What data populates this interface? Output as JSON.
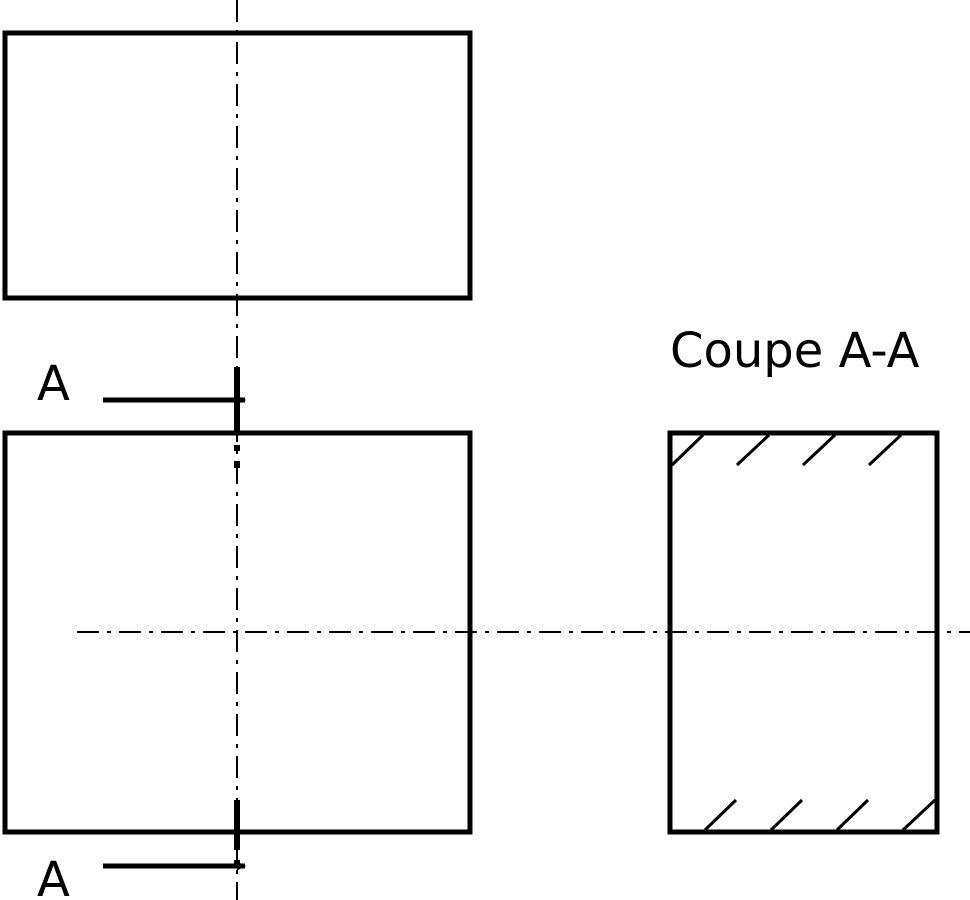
{
  "section_title": "Coupe A-A",
  "cut_markers": {
    "top_label": "A",
    "bottom_label": "A"
  },
  "colors": {
    "line": "#000000",
    "background": "#ffffff"
  }
}
